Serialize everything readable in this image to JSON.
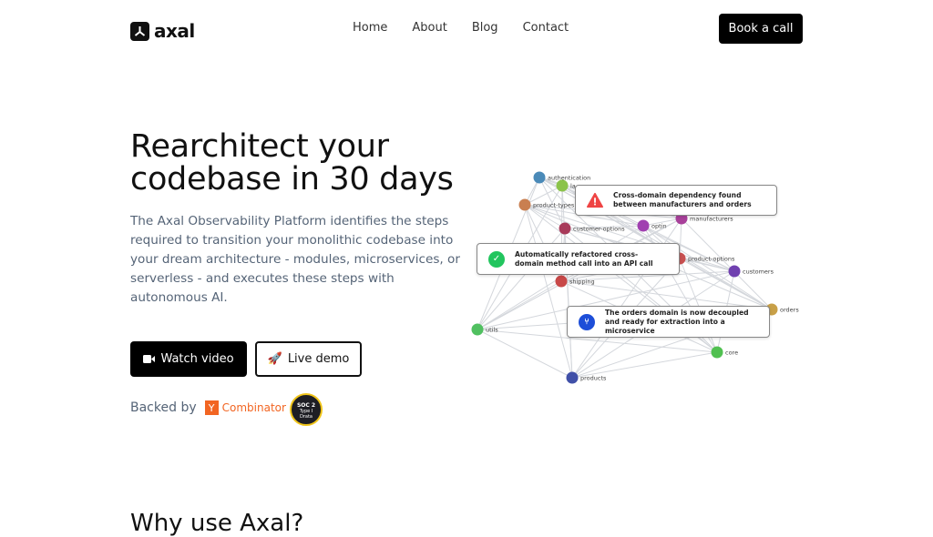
{
  "header": {
    "logo_text": "axal",
    "nav": [
      "Home",
      "About",
      "Blog",
      "Contact"
    ],
    "cta": "Book a call"
  },
  "hero": {
    "title": "Rearchitect your codebase in 30 days",
    "description": "The Axal Observability Platform identifies the steps required to transition your monolithic codebase into your dream architecture - modules, microservices, or serverless - and executes these steps with autonomous AI.",
    "watch_label": "Watch video",
    "demo_label": "Live demo",
    "backed_by": "Backed by",
    "yc_letter": "Y",
    "yc_name": "Combinator",
    "soc_badge": "SOC 2",
    "soc_sub": "Type I",
    "soc_by": "Drata"
  },
  "graph": {
    "nodes": [
      {
        "label": "authentication",
        "color": "#4a8ab8"
      },
      {
        "label": "la",
        "color": "#8bc34a"
      },
      {
        "label": "product-types",
        "color": "#c97f50"
      },
      {
        "label": "customer-options",
        "color": "#a83a5a"
      },
      {
        "label": "optin",
        "color": "#a040b0"
      },
      {
        "label": "manufacturers",
        "color": "#a8409a"
      },
      {
        "label": "product-options",
        "color": "#c85050"
      },
      {
        "label": "customers",
        "color": "#7040b0"
      },
      {
        "label": "shipping",
        "color": "#c84848"
      },
      {
        "label": "orders",
        "color": "#c8a048"
      },
      {
        "label": "utils",
        "color": "#50c060"
      },
      {
        "label": "core",
        "color": "#50c050"
      },
      {
        "label": "products",
        "color": "#4050a8"
      }
    ],
    "cards": [
      {
        "text": "Cross-domain dependency found between manufacturers and orders",
        "icon": "warning-icon",
        "color": "#ef4444"
      },
      {
        "text": "Automatically refactored cross-domain method call into an API call",
        "icon": "check-icon",
        "color": "#22c55e"
      },
      {
        "text": "The orders domain is now decoupled and ready for extraction into a microservice",
        "icon": "branch-icon",
        "color": "#1d4ed8"
      }
    ]
  },
  "next_section": {
    "title": "Why use Axal?"
  }
}
